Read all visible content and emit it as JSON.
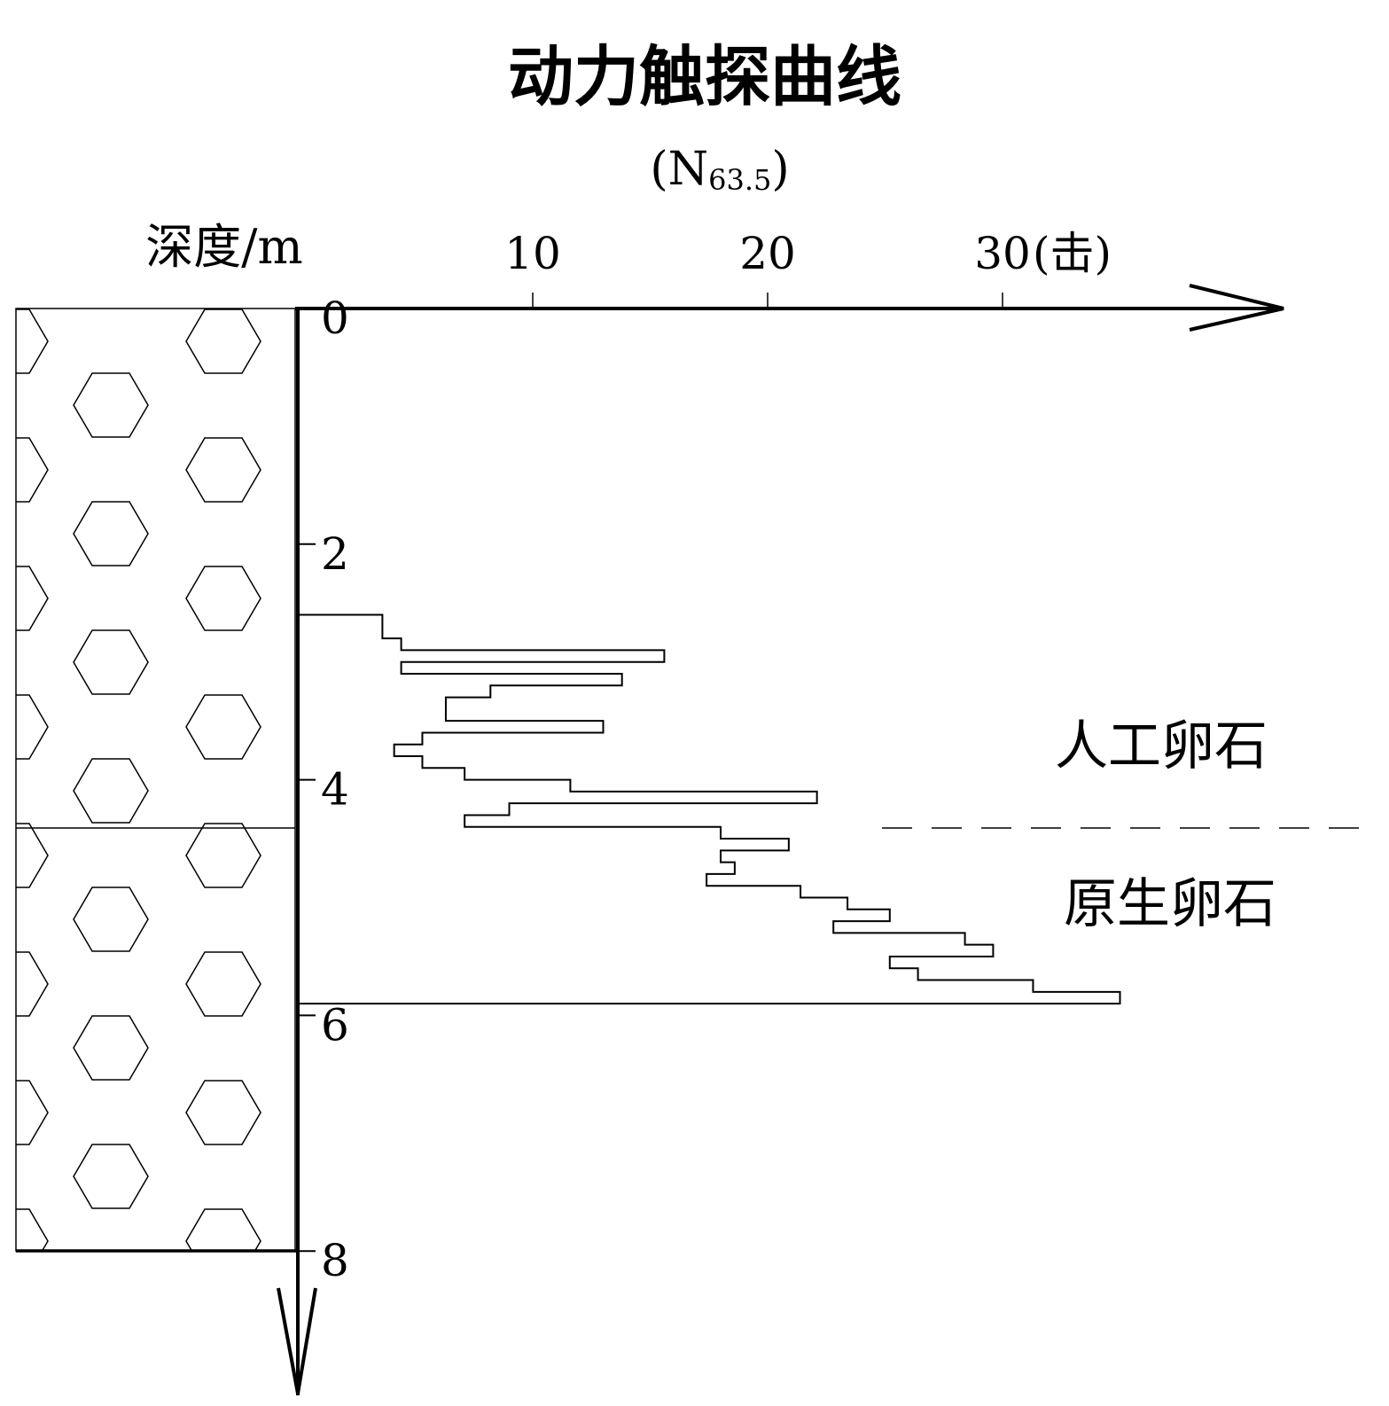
{
  "chart_data": {
    "type": "line",
    "step": "horizontal-bars",
    "title": "动力触探曲线",
    "subtitle": {
      "main": "(N",
      "sub": "63.5",
      "close": ")"
    },
    "xlabel_unit": "(击)",
    "ylabel": "深度/m",
    "x_ticks": [
      "10",
      "20",
      "30"
    ],
    "y_ticks": [
      "0",
      "2",
      "4",
      "6",
      "8"
    ],
    "xlim": [
      0,
      42
    ],
    "ylim": [
      0,
      8
    ],
    "layers": [
      {
        "name": "人工卵石",
        "top": 0,
        "bottom": 4.4
      },
      {
        "name": "原生卵石",
        "top": 4.4,
        "bottom": 8
      }
    ],
    "series": [
      {
        "points": [
          {
            "depth_top": 2.6,
            "depth_bottom": 2.8,
            "n": 3.6
          },
          {
            "depth_top": 2.8,
            "depth_bottom": 2.9,
            "n": 4.4
          },
          {
            "depth_top": 2.9,
            "depth_bottom": 3.0,
            "n": 15.6
          },
          {
            "depth_top": 3.0,
            "depth_bottom": 3.1,
            "n": 4.4
          },
          {
            "depth_top": 3.1,
            "depth_bottom": 3.2,
            "n": 13.8
          },
          {
            "depth_top": 3.2,
            "depth_bottom": 3.3,
            "n": 8.2
          },
          {
            "depth_top": 3.3,
            "depth_bottom": 3.5,
            "n": 6.3
          },
          {
            "depth_top": 3.5,
            "depth_bottom": 3.6,
            "n": 13.0
          },
          {
            "depth_top": 3.6,
            "depth_bottom": 3.7,
            "n": 5.3
          },
          {
            "depth_top": 3.7,
            "depth_bottom": 3.8,
            "n": 4.1
          },
          {
            "depth_top": 3.8,
            "depth_bottom": 3.9,
            "n": 5.3
          },
          {
            "depth_top": 3.9,
            "depth_bottom": 4.0,
            "n": 7.1
          },
          {
            "depth_top": 4.0,
            "depth_bottom": 4.1,
            "n": 11.6
          },
          {
            "depth_top": 4.1,
            "depth_bottom": 4.2,
            "n": 22.1
          },
          {
            "depth_top": 4.2,
            "depth_bottom": 4.3,
            "n": 9.0
          },
          {
            "depth_top": 4.3,
            "depth_bottom": 4.4,
            "n": 7.1
          },
          {
            "depth_top": 4.4,
            "depth_bottom": 4.5,
            "n": 18.0
          },
          {
            "depth_top": 4.5,
            "depth_bottom": 4.6,
            "n": 20.9
          },
          {
            "depth_top": 4.6,
            "depth_bottom": 4.7,
            "n": 18.0
          },
          {
            "depth_top": 4.7,
            "depth_bottom": 4.8,
            "n": 18.6
          },
          {
            "depth_top": 4.8,
            "depth_bottom": 4.9,
            "n": 17.4
          },
          {
            "depth_top": 4.9,
            "depth_bottom": 5.0,
            "n": 21.4
          },
          {
            "depth_top": 5.0,
            "depth_bottom": 5.1,
            "n": 23.4
          },
          {
            "depth_top": 5.1,
            "depth_bottom": 5.2,
            "n": 25.2
          },
          {
            "depth_top": 5.2,
            "depth_bottom": 5.3,
            "n": 22.8
          },
          {
            "depth_top": 5.3,
            "depth_bottom": 5.4,
            "n": 28.4
          },
          {
            "depth_top": 5.4,
            "depth_bottom": 5.5,
            "n": 29.6
          },
          {
            "depth_top": 5.5,
            "depth_bottom": 5.6,
            "n": 25.2
          },
          {
            "depth_top": 5.6,
            "depth_bottom": 5.7,
            "n": 26.4
          },
          {
            "depth_top": 5.7,
            "depth_bottom": 5.8,
            "n": 31.3
          },
          {
            "depth_top": 5.8,
            "depth_bottom": 5.9,
            "n": 35.0
          },
          {
            "depth_top": 5.9,
            "depth_bottom": 6.0,
            "n": 0.0
          }
        ]
      }
    ],
    "grid": false
  }
}
